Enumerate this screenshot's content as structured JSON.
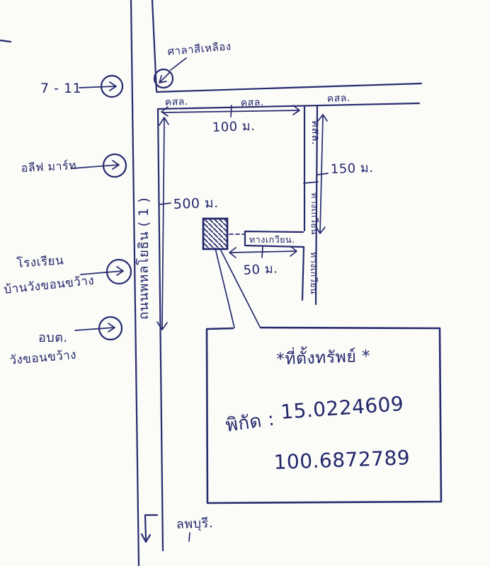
{
  "landmarks": {
    "seven_eleven": "7 - 11",
    "mart": "อลีฟ มาร์ท",
    "pavilion": "ศาลาสีเหลือง",
    "school_line1": "โรงเรียน",
    "school_line2": "บ้านวังขอนขว้าง",
    "sao_line1": "อบต.",
    "sao_line2": "วังขอนขว้าง",
    "city_direction": "ลพบุรี."
  },
  "roads": {
    "main_road_name": "ถนนพหลโยธิน ( 1 )",
    "surface_top_left": "คสล.",
    "surface_top_mid": "คสล.",
    "surface_top_right": "คสล.",
    "surface_side": "คสล.",
    "cart_track_box": "ทางเกวียน.",
    "cart_track_upper": "ทางเกวียน",
    "cart_track_lower": "ทางเกวียน"
  },
  "dimensions": {
    "top": "100 ม.",
    "side": "150 ม.",
    "main": "500 ม.",
    "access": "50 ม."
  },
  "property_box": {
    "title": "*ที่ตั้งทรัพย์ *",
    "coordinate_label": "พิกัด :",
    "latitude": "15.0224609",
    "longitude": "100.6872789"
  },
  "colors": {
    "ink": "#23276b",
    "paper": "#fbfbf8"
  }
}
